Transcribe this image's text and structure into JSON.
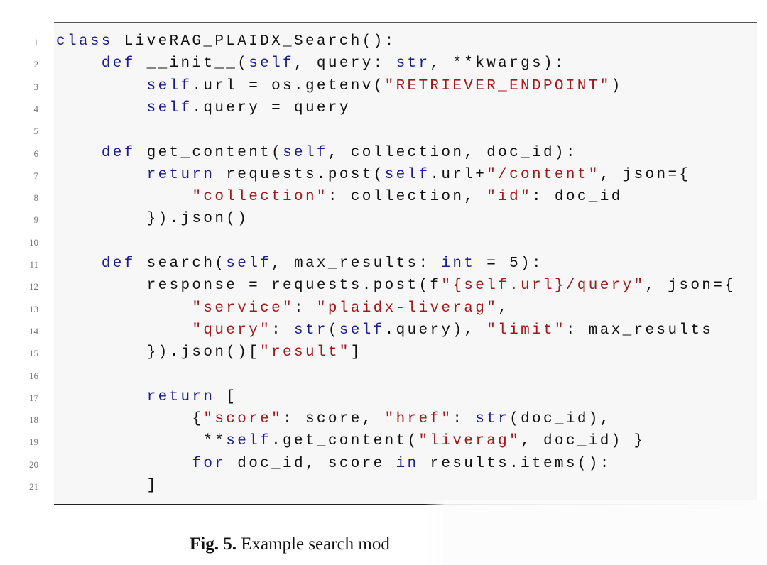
{
  "listing": {
    "colors": {
      "keyword": "#1c1c8f",
      "string": "#a01818",
      "plain": "#111111",
      "background": "#f7f7f7"
    },
    "lines": [
      {
        "n": "1",
        "seg": [
          [
            "k",
            "class"
          ],
          [
            "p",
            " LiveRAG_PLAIDX_Search():"
          ]
        ]
      },
      {
        "n": "2",
        "seg": [
          [
            "p",
            "    "
          ],
          [
            "k",
            "def"
          ],
          [
            "p",
            " __init__("
          ],
          [
            "k",
            "self"
          ],
          [
            "p",
            ", query: "
          ],
          [
            "k",
            "str"
          ],
          [
            "p",
            ", **kwargs):"
          ]
        ]
      },
      {
        "n": "3",
        "seg": [
          [
            "p",
            "        "
          ],
          [
            "k",
            "self"
          ],
          [
            "p",
            ".url = os.getenv("
          ],
          [
            "s",
            "\"RETRIEVER_ENDPOINT\""
          ],
          [
            "p",
            ")"
          ]
        ]
      },
      {
        "n": "4",
        "seg": [
          [
            "p",
            "        "
          ],
          [
            "k",
            "self"
          ],
          [
            "p",
            ".query = query"
          ]
        ]
      },
      {
        "n": "5",
        "seg": []
      },
      {
        "n": "6",
        "seg": [
          [
            "p",
            "    "
          ],
          [
            "k",
            "def"
          ],
          [
            "p",
            " get_content("
          ],
          [
            "k",
            "self"
          ],
          [
            "p",
            ", collection, doc_id):"
          ]
        ]
      },
      {
        "n": "7",
        "seg": [
          [
            "p",
            "        "
          ],
          [
            "k",
            "return"
          ],
          [
            "p",
            " requests.post("
          ],
          [
            "k",
            "self"
          ],
          [
            "p",
            ".url+"
          ],
          [
            "s",
            "\"/content\""
          ],
          [
            "p",
            ", json={"
          ]
        ]
      },
      {
        "n": "8",
        "seg": [
          [
            "p",
            "            "
          ],
          [
            "s",
            "\"collection\""
          ],
          [
            "p",
            ": collection, "
          ],
          [
            "s",
            "\"id\""
          ],
          [
            "p",
            ": doc_id"
          ]
        ]
      },
      {
        "n": "9",
        "seg": [
          [
            "p",
            "        }).json()"
          ]
        ]
      },
      {
        "n": "10",
        "seg": []
      },
      {
        "n": "11",
        "seg": [
          [
            "p",
            "    "
          ],
          [
            "k",
            "def"
          ],
          [
            "p",
            " search("
          ],
          [
            "k",
            "self"
          ],
          [
            "p",
            ", max_results: "
          ],
          [
            "k",
            "int"
          ],
          [
            "p",
            " = 5):"
          ]
        ]
      },
      {
        "n": "12",
        "seg": [
          [
            "p",
            "        response = requests.post(f"
          ],
          [
            "s",
            "\"{self.url}/query\""
          ],
          [
            "p",
            ", json={"
          ]
        ]
      },
      {
        "n": "13",
        "seg": [
          [
            "p",
            "            "
          ],
          [
            "s",
            "\"service\""
          ],
          [
            "p",
            ": "
          ],
          [
            "s",
            "\"plaidx-liverag\""
          ],
          [
            "p",
            ","
          ]
        ]
      },
      {
        "n": "14",
        "seg": [
          [
            "p",
            "            "
          ],
          [
            "s",
            "\"query\""
          ],
          [
            "p",
            ": "
          ],
          [
            "k",
            "str"
          ],
          [
            "p",
            "("
          ],
          [
            "k",
            "self"
          ],
          [
            "p",
            ".query), "
          ],
          [
            "s",
            "\"limit\""
          ],
          [
            "p",
            ": max_results"
          ]
        ]
      },
      {
        "n": "15",
        "seg": [
          [
            "p",
            "        }).json()["
          ],
          [
            "s",
            "\"result\""
          ],
          [
            "p",
            "]"
          ]
        ]
      },
      {
        "n": "16",
        "seg": []
      },
      {
        "n": "17",
        "seg": [
          [
            "p",
            "        "
          ],
          [
            "k",
            "return"
          ],
          [
            "p",
            " ["
          ]
        ]
      },
      {
        "n": "18",
        "seg": [
          [
            "p",
            "            {"
          ],
          [
            "s",
            "\"score\""
          ],
          [
            "p",
            ": score, "
          ],
          [
            "s",
            "\"href\""
          ],
          [
            "p",
            ": "
          ],
          [
            "k",
            "str"
          ],
          [
            "p",
            "(doc_id),"
          ]
        ]
      },
      {
        "n": "19",
        "seg": [
          [
            "p",
            "             **"
          ],
          [
            "k",
            "self"
          ],
          [
            "p",
            ".get_content("
          ],
          [
            "s",
            "\"liverag\""
          ],
          [
            "p",
            ", doc_id) }"
          ]
        ]
      },
      {
        "n": "20",
        "seg": [
          [
            "p",
            "            "
          ],
          [
            "k",
            "for"
          ],
          [
            "p",
            " doc_id, score "
          ],
          [
            "k",
            "in"
          ],
          [
            "p",
            " results.items():"
          ]
        ]
      },
      {
        "n": "21",
        "seg": [
          [
            "p",
            "        ]"
          ]
        ]
      }
    ]
  },
  "caption": {
    "label": "Fig. 5.",
    "text": " Example search mod"
  }
}
